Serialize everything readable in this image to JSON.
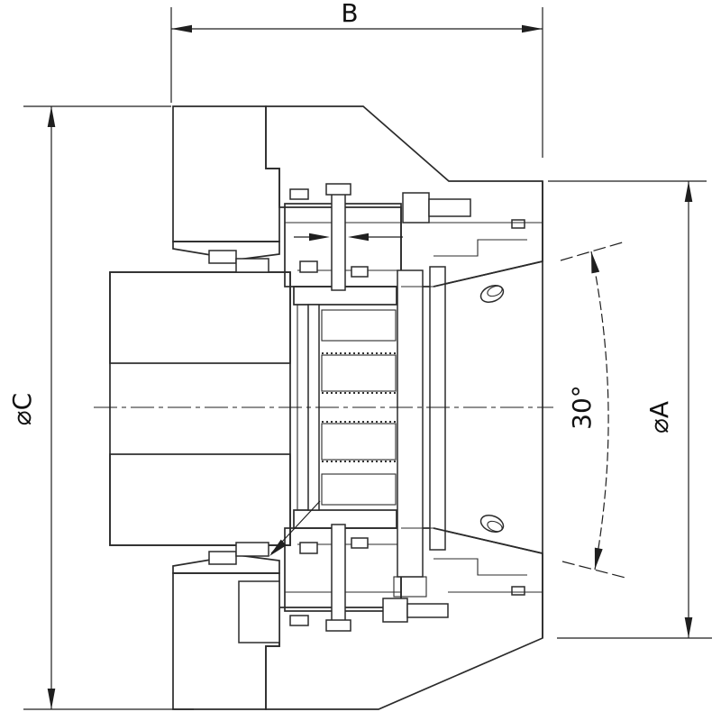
{
  "drawing": {
    "type": "technical-section-view",
    "description": "cross-section of a cone safety coupling with multi-disc clutch pack",
    "labels": {
      "width_b": "B",
      "diameter_c": "⌀C",
      "diameter_a": "⌀A",
      "cone_angle": "30°"
    },
    "colors": {
      "background": "#ffffff",
      "outline": "#2b2b2b",
      "hatch": "#4f4f4f",
      "dimension": "#1f1f1f"
    }
  }
}
